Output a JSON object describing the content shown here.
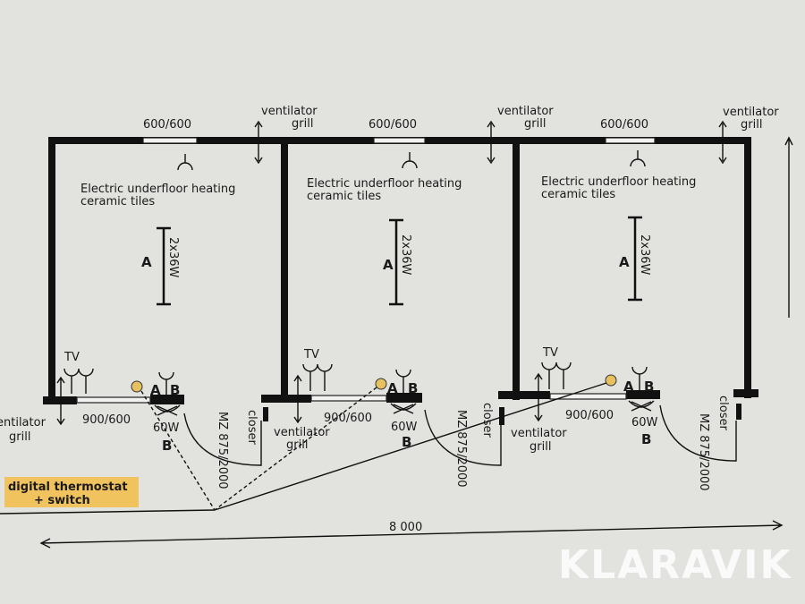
{
  "rooms": [
    {
      "heating_line1": "Electric underfloor heating",
      "heating_line2": "ceramic tiles",
      "top_window": "600/600",
      "light_label": "A",
      "light_spec": "2x36W",
      "tv": "TV",
      "window": "900/600",
      "switch_a": "A",
      "switch_b": "B",
      "lamp": "60W",
      "lamp_label": "B",
      "door": "MZ 875/2000",
      "closer": "closer"
    },
    {
      "heating_line1": "Electric underfloor heating",
      "heating_line2": "ceramic tiles",
      "top_window": "600/600",
      "light_label": "A",
      "light_spec": "2x36W",
      "tv": "TV",
      "window": "900/600",
      "switch_a": "A",
      "switch_b": "B",
      "lamp": "60W",
      "lamp_label": "B",
      "door": "MZ 875/2000",
      "closer": "closer"
    },
    {
      "heating_line1": "Electric underfloor heating",
      "heating_line2": "ceramic tiles",
      "top_window": "600/600",
      "light_label": "A",
      "light_spec": "2x36W",
      "tv": "TV",
      "window": "900/600",
      "switch_a": "A",
      "switch_b": "B",
      "lamp": "60W",
      "lamp_label": "B",
      "door": "MZ 875/2000",
      "closer": "closer"
    }
  ],
  "vent": {
    "line1": "ventilator",
    "line2": "grill",
    "left_line1": "entilator"
  },
  "thermostat": {
    "line1": "digital thermostat",
    "line2": "+ switch",
    "color": "#f1c35f"
  },
  "dimension": "8 000",
  "logo": "KLARAVIK"
}
